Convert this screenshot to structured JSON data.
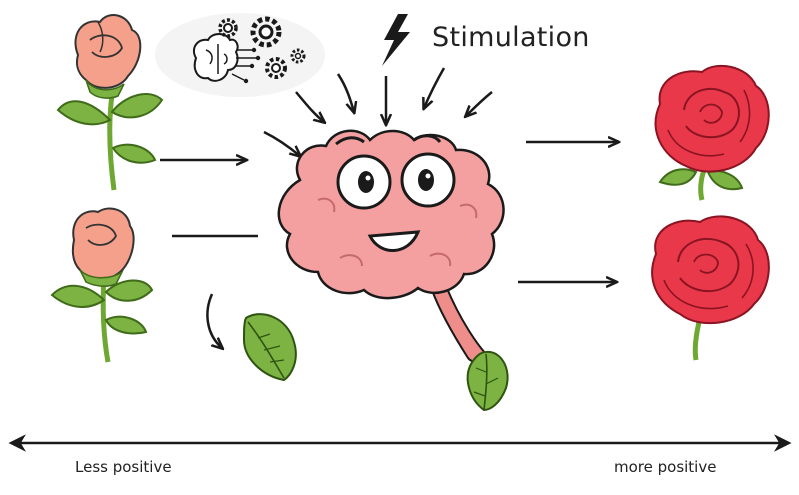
{
  "labels": {
    "stimulation": "Stimulation",
    "less_positive": "Less positive",
    "more_positive": "more positive"
  },
  "colors": {
    "pale_rose": "#f4a08a",
    "pale_rose_dark": "#e98a72",
    "red_rose": "#e8384a",
    "red_rose_dark": "#c42236",
    "leaf": "#7cb342",
    "leaf_dark": "#4e7d22",
    "stem": "#8bc34a",
    "brain": "#f4a0a0",
    "brain_stem": "#ef8d8a",
    "ink": "#1a1a1a"
  },
  "icons": [
    "pale-rose-icon",
    "red-rose-icon",
    "leaf-icon",
    "brain-character-icon",
    "brain-gears-icon",
    "lightning-icon",
    "arrow-icon"
  ]
}
